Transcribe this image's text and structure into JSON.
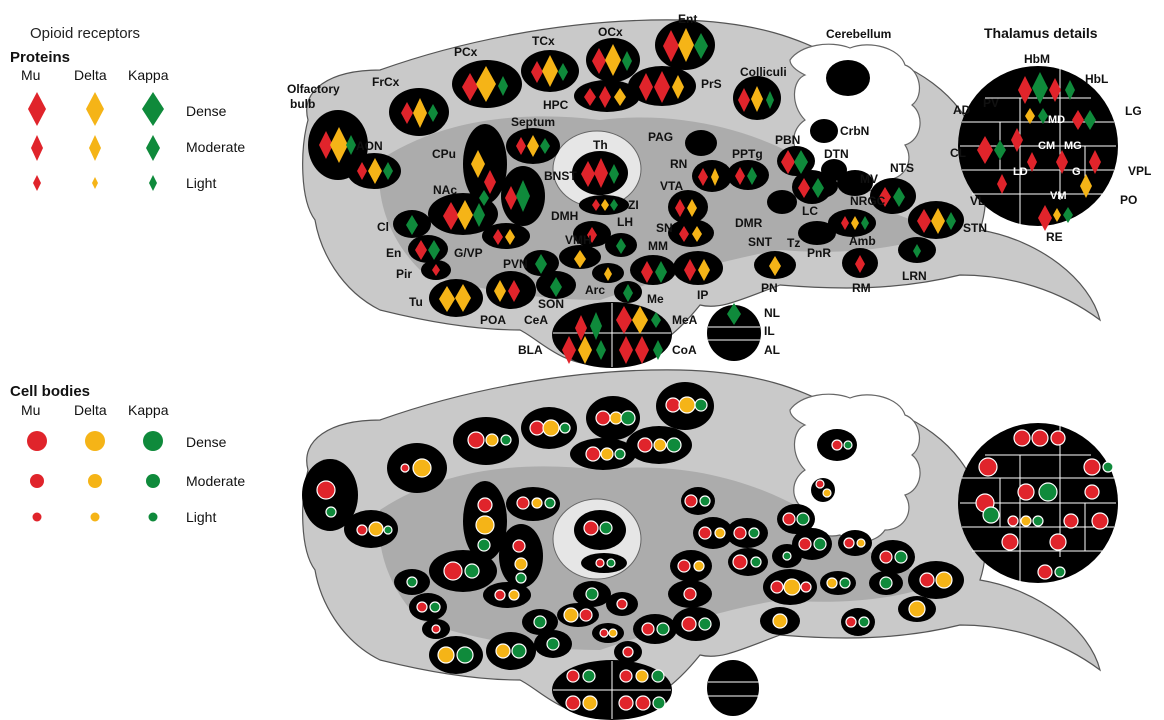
{
  "legend": {
    "title": "Opioid receptors",
    "proteins_heading": "Proteins",
    "cells_heading": "Cell bodies",
    "columns": [
      "Mu",
      "Delta",
      "Kappa"
    ],
    "rows": [
      "Dense",
      "Moderate",
      "Light"
    ],
    "colors": {
      "mu": "#e0242b",
      "delta": "#f5b417",
      "kappa": "#0f8a3b"
    }
  },
  "brain": {
    "structures": {
      "cerebellum": "Cerebellum",
      "olfactory_bulb_line1": "Olfactory",
      "olfactory_bulb_line2": "bulb",
      "crbn": "CrbN"
    },
    "regions": [
      "FrCx",
      "PCx",
      "TCx",
      "OCx",
      "Ent",
      "PrS",
      "Colliculi",
      "AON",
      "CPu",
      "Septum",
      "HPC",
      "Th",
      "PAG",
      "PBN",
      "RN",
      "PPTg",
      "DTN",
      "BNST",
      "ZI",
      "VTA",
      "LC",
      "MV",
      "NTS",
      "NAc",
      "Cl",
      "DMH",
      "LH",
      "SN",
      "DMR",
      "NRGC",
      "STN",
      "En",
      "G/VP",
      "VMH",
      "MM",
      "SNT",
      "Tz",
      "Amb",
      "PVN",
      "PnR",
      "Pir",
      "IP",
      "PN",
      "RM",
      "LRN",
      "Tu",
      "POA",
      "SON",
      "Arc",
      "Me",
      "CeA",
      "MeA",
      "BLA",
      "CoA"
    ],
    "pituitary": [
      "NL",
      "IL",
      "AL"
    ]
  },
  "thalamus": {
    "title": "Thalamus details",
    "outer_labels": [
      "HbM",
      "PV",
      "HbL",
      "AD",
      "LG",
      "CL",
      "VPL",
      "VL",
      "PO",
      "RE"
    ],
    "inner_labels": [
      "MD",
      "CM",
      "MG",
      "LD",
      "G",
      "VM"
    ]
  }
}
